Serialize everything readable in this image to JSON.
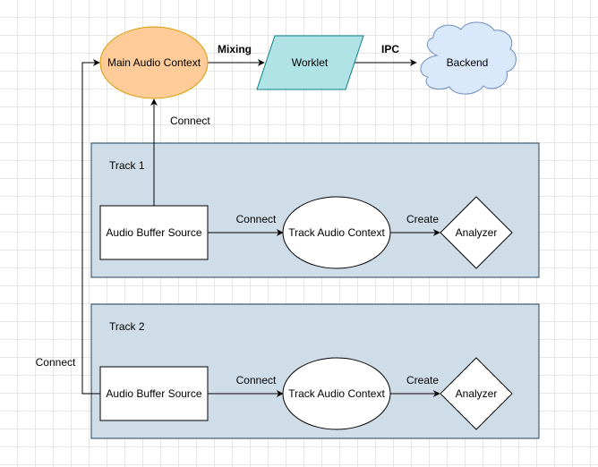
{
  "nodes": {
    "main_context": "Main Audio Context",
    "worklet": "Worklet",
    "backend": "Backend",
    "track1_label": "Track 1",
    "track2_label": "Track 2",
    "track1_source": "Audio Buffer Source",
    "track1_context": "Track Audio Context",
    "track1_analyzer": "Analyzer",
    "track2_source": "Audio Buffer Source",
    "track2_context": "Track Audio Context",
    "track2_analyzer": "Analyzer"
  },
  "edges": {
    "mixing": "Mixing",
    "ipc": "IPC",
    "track1_to_main": "Connect",
    "track2_to_main": "Connect",
    "track1_source_to_context": "Connect",
    "track1_context_to_analyzer": "Create",
    "track2_source_to_context": "Connect",
    "track2_context_to_analyzer": "Create"
  },
  "colors": {
    "main_context_fill": "#ffcc99",
    "main_context_stroke": "#d79b00",
    "worklet_fill": "#b0e3e6",
    "worklet_stroke": "#0e8088",
    "backend_fill": "#dae8fc",
    "backend_stroke": "#6c8ebf",
    "track_group_fill": "#cfdde9",
    "track_group_stroke": "#23445d"
  }
}
